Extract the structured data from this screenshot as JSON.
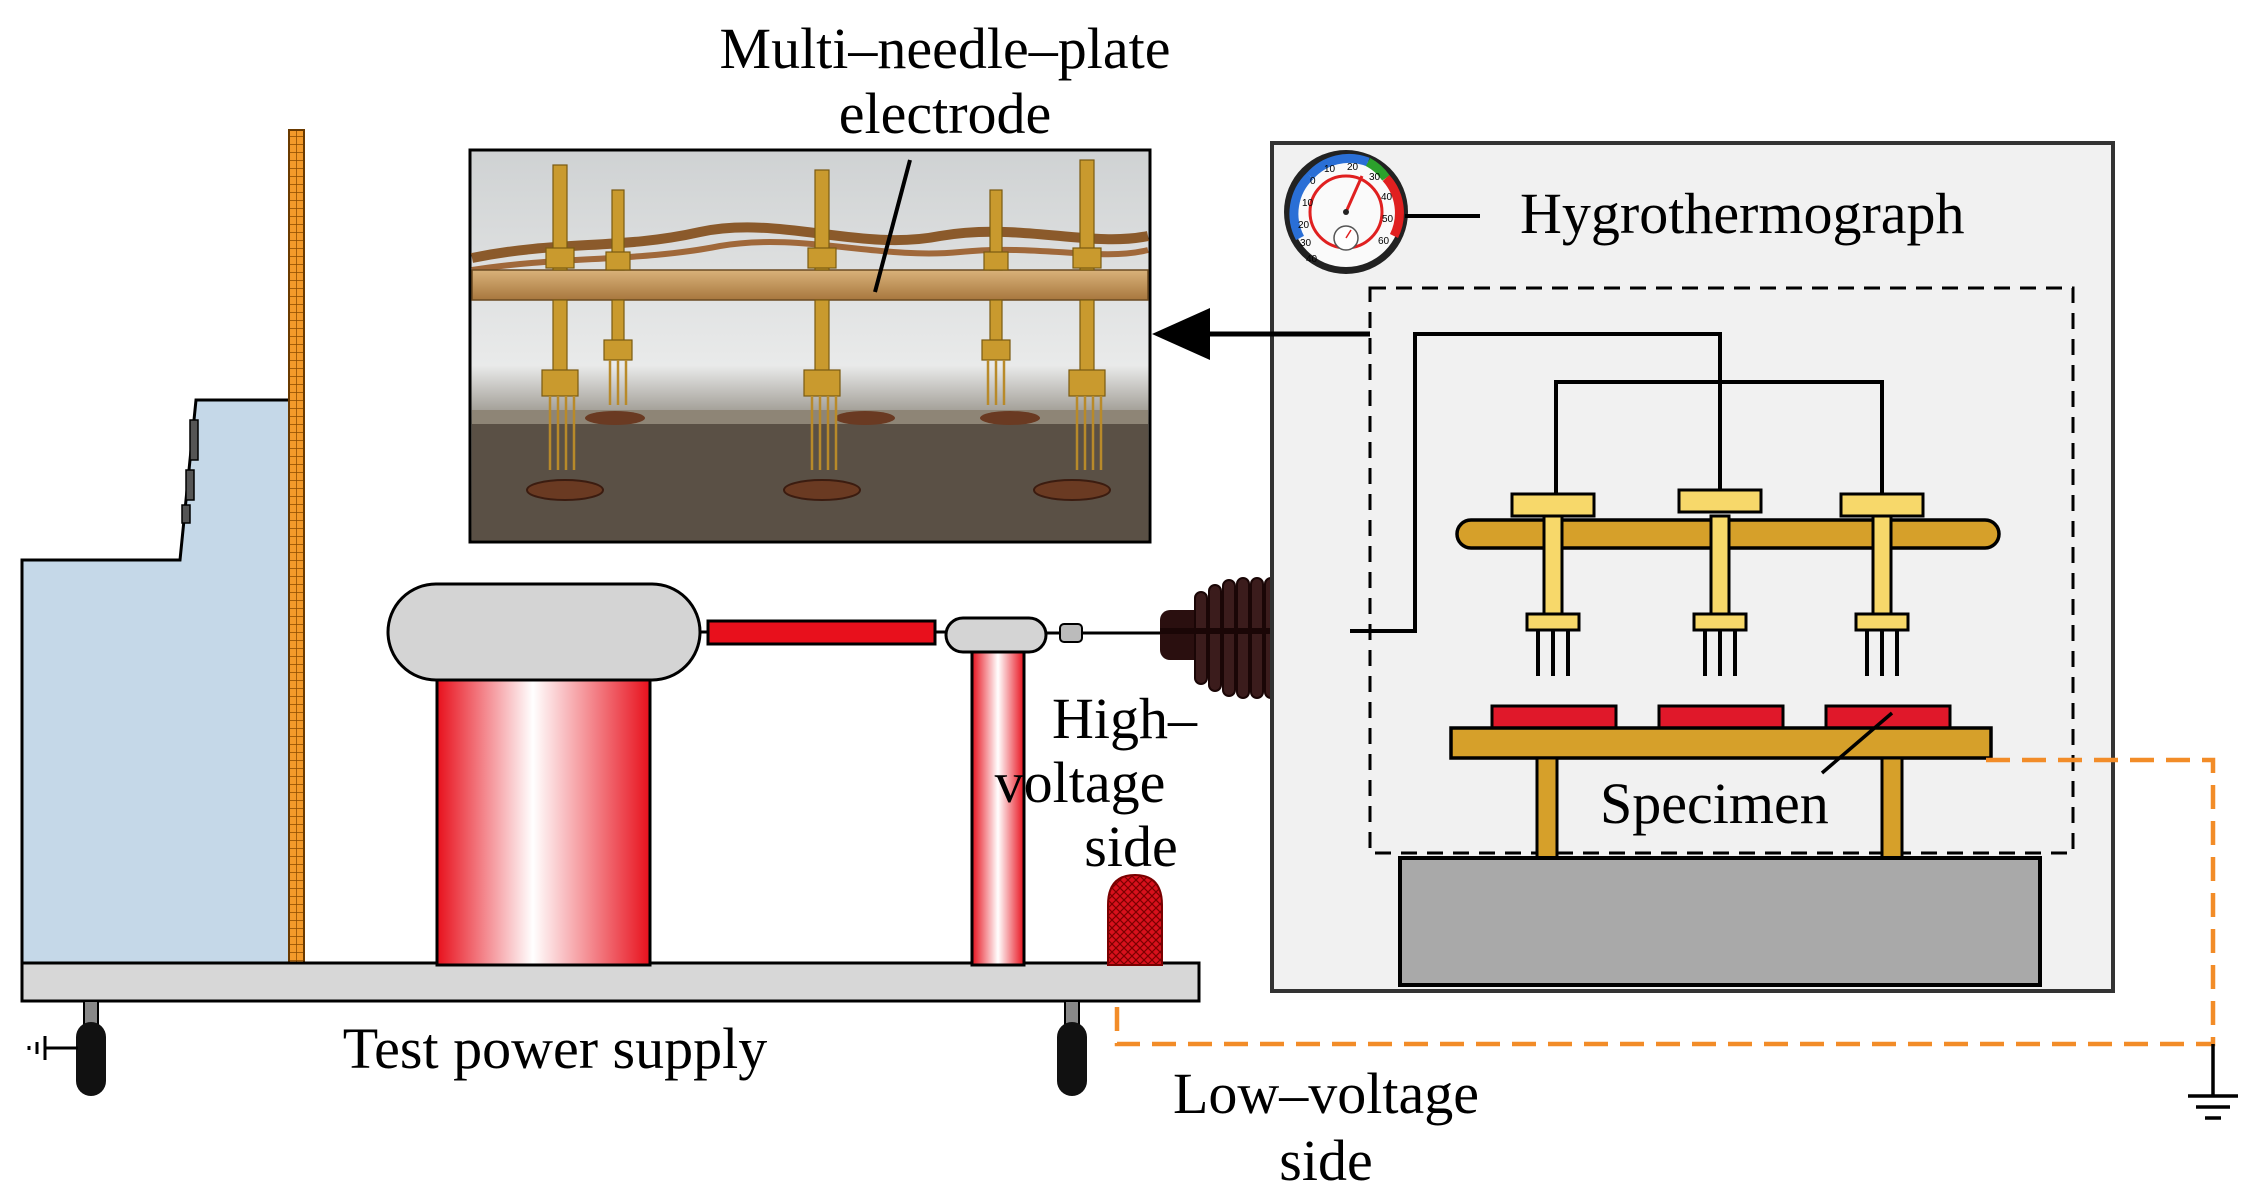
{
  "labels": {
    "electrode_line1": "Multi‒needle‒plate",
    "electrode_line2": "electrode",
    "hygrothermograph": "Hygrothermograph",
    "specimen": "Specimen",
    "high_voltage_line1": "High‒",
    "high_voltage_line2": "voltage",
    "high_voltage_line3": "side",
    "test_power_supply": "Test power supply",
    "low_voltage_line1": "Low‒voltage",
    "low_voltage_line2": "side"
  },
  "gauge": {
    "outer_scale": [
      "10",
      "0",
      "10",
      "20",
      "30",
      "40",
      "50",
      "60"
    ],
    "inner_scale": [
      "20",
      "30",
      "40"
    ],
    "ring_colors": [
      "#2a6fd6",
      "#2ca02c",
      "#e02020"
    ]
  },
  "colors": {
    "wood": "#d6a02a",
    "needle_block": "#f7d86a",
    "specimen": "#e0182a",
    "ground_dashed": "#f28c28",
    "chamber_fill": "#f1f1f1",
    "base_block": "#a9a9a9",
    "cabinet": "#c5d8e8",
    "bushing": "#3b1c1c"
  }
}
